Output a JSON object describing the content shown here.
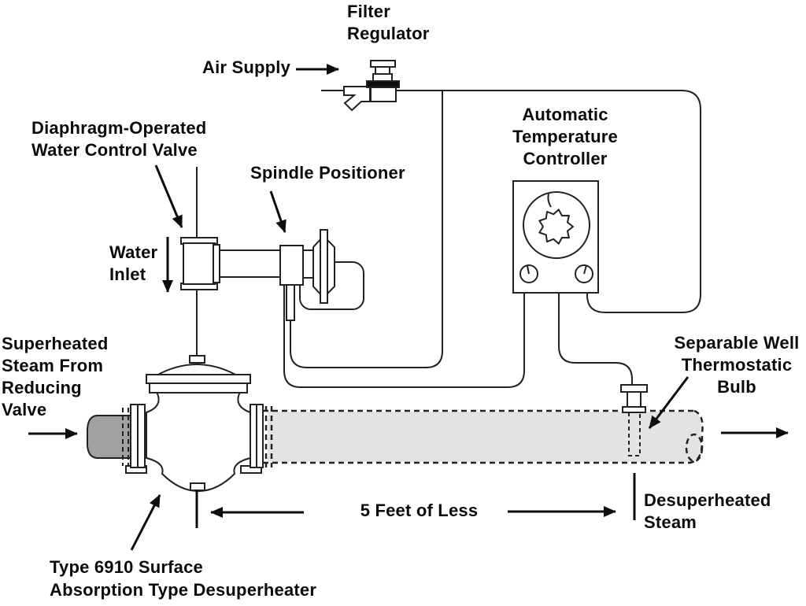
{
  "diagram": {
    "labels": {
      "filter_regulator": "Filter\nRegulator",
      "air_supply": "Air Supply",
      "diaphragm_valve": "Diaphragm-Operated\nWater Control Valve",
      "spindle_positioner": "Spindle Positioner",
      "temperature_controller": "Automatic\nTemperature\nController",
      "water_inlet": "Water\nInlet",
      "superheated_steam": "Superheated\nSteam From\nReducing\nValve",
      "separable_well": "Separable Well\nThermostatic\nBulb",
      "distance": "5 Feet of Less",
      "desuperheated_steam": "Desuperheated\nSteam",
      "desuperheater_type": "Type 6910 Surface\nAbsorption Type Desuperheater"
    },
    "colors": {
      "line": "#0d0d0d",
      "steam_pipe_fill": "#e3e3e3",
      "inlet_pipe_fill": "#a1a1a1",
      "background": "#ffffff"
    }
  }
}
